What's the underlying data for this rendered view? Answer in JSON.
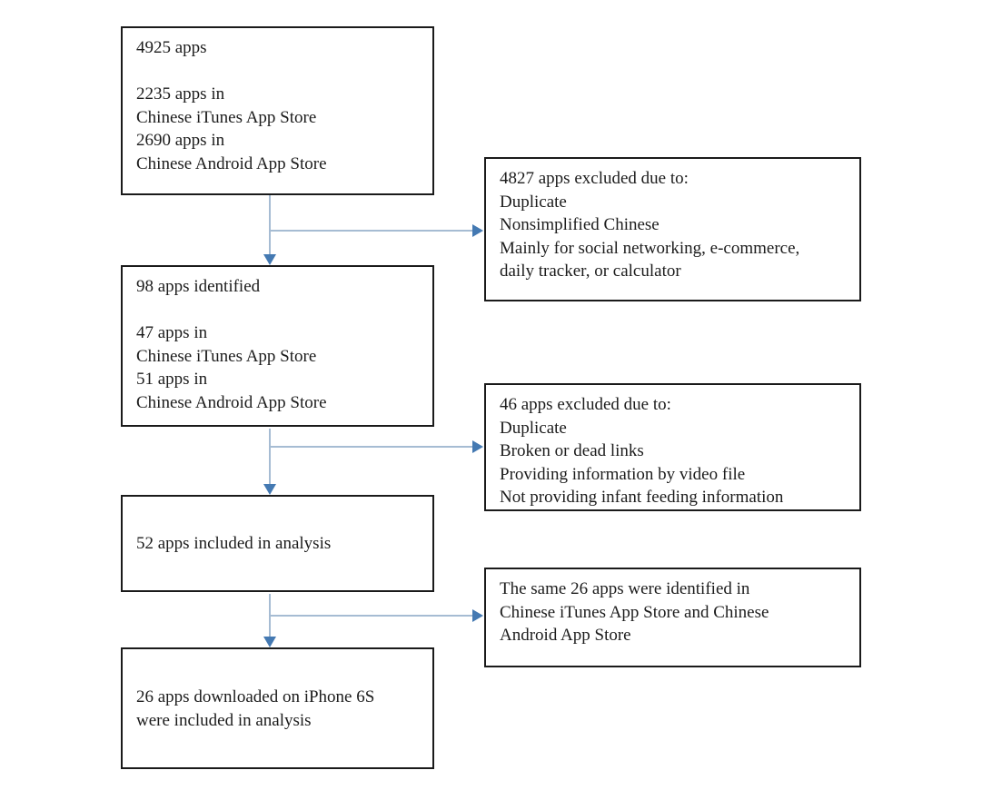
{
  "diagram": {
    "type": "flowchart",
    "colors": {
      "background": "#ffffff",
      "box_border": "#1a1a1a",
      "box_background": "#ffffff",
      "text": "#1c1c1c",
      "connector_line": "#a6bcd3",
      "arrowhead": "#4479b2"
    },
    "main_boxes": [
      {
        "id": "total-apps",
        "lines": [
          "4925 apps",
          "",
          "2235 apps in",
          "Chinese iTunes App Store",
          "2690 apps in",
          "Chinese Android App Store"
        ]
      },
      {
        "id": "identified-apps",
        "lines": [
          "98 apps identified",
          "",
          "47 apps in",
          "Chinese iTunes App Store",
          "51 apps in",
          "Chinese Android App Store"
        ]
      },
      {
        "id": "included-apps",
        "lines": [
          "52 apps included in analysis"
        ]
      },
      {
        "id": "downloaded-apps",
        "lines": [
          "26 apps downloaded on iPhone 6S",
          "were included in analysis"
        ]
      }
    ],
    "side_boxes": [
      {
        "id": "excluded-4827",
        "lines": [
          "4827 apps excluded due to:",
          "Duplicate",
          "Nonsimplified Chinese",
          "Mainly for social networking, e-commerce,",
          "daily tracker, or calculator"
        ]
      },
      {
        "id": "excluded-46",
        "lines": [
          "46 apps excluded due to:",
          "Duplicate",
          "Broken or dead links",
          "Providing information by video file",
          "Not providing infant feeding information"
        ]
      },
      {
        "id": "same-26",
        "lines": [
          "The same 26 apps were identified in",
          "Chinese iTunes App Store and Chinese",
          "Android App Store"
        ]
      }
    ]
  }
}
